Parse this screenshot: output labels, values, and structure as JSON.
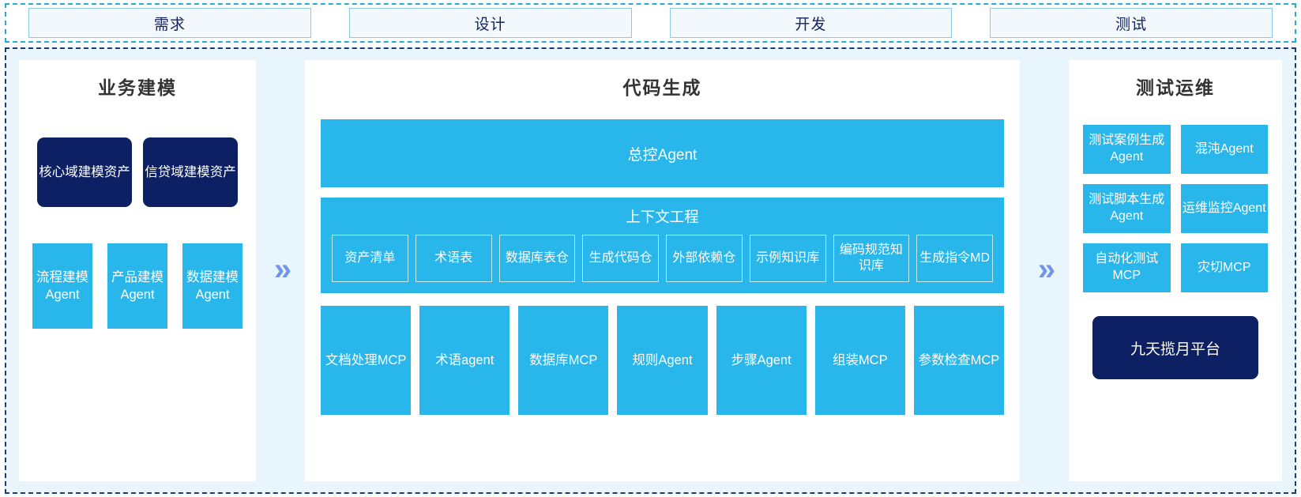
{
  "phases": {
    "items": [
      {
        "label": "需求"
      },
      {
        "label": "设计"
      },
      {
        "label": "开发"
      },
      {
        "label": "测试"
      }
    ]
  },
  "colors": {
    "accent_blue": "#29b6ea",
    "navy": "#0d2063",
    "stage_bg": "#e8f5fd",
    "chevron": "#7295e8",
    "phase_border": "#8fc9e0",
    "phase_text": "#12225e"
  },
  "separators": {
    "left_chevron": "»",
    "right_chevron": "»"
  },
  "panels": {
    "business": {
      "title": "业务建模",
      "assets": [
        {
          "label": "核心域建模资产"
        },
        {
          "label": "信贷域建模资产"
        }
      ],
      "modelers": [
        {
          "label": "流程建模Agent"
        },
        {
          "label": "产品建模Agent"
        },
        {
          "label": "数据建模Agent"
        }
      ]
    },
    "codegen": {
      "title": "代码生成",
      "master_agent": "总控Agent",
      "context": {
        "title": "上下文工程",
        "items": [
          {
            "label": "资产清单"
          },
          {
            "label": "术语表"
          },
          {
            "label": "数据库表仓"
          },
          {
            "label": "生成代码仓"
          },
          {
            "label": "外部依赖仓"
          },
          {
            "label": "示例知识库"
          },
          {
            "label": "编码规范知识库"
          },
          {
            "label": "生成指令MD"
          }
        ]
      },
      "tools": [
        {
          "label": "文档处理MCP"
        },
        {
          "label": "术语agent"
        },
        {
          "label": "数据库MCP"
        },
        {
          "label": "规则Agent"
        },
        {
          "label": "步骤Agent"
        },
        {
          "label": "组装MCP"
        },
        {
          "label": "参数检查MCP"
        }
      ]
    },
    "testops": {
      "title": "测试运维",
      "cards": [
        {
          "label": "测试案例生成Agent"
        },
        {
          "label": "混沌Agent"
        },
        {
          "label": "测试脚本生成Agent"
        },
        {
          "label": "运维监控Agent"
        },
        {
          "label": "自动化测试MCP"
        },
        {
          "label": "灾切MCP"
        }
      ],
      "platform": "九天揽月平台"
    }
  }
}
